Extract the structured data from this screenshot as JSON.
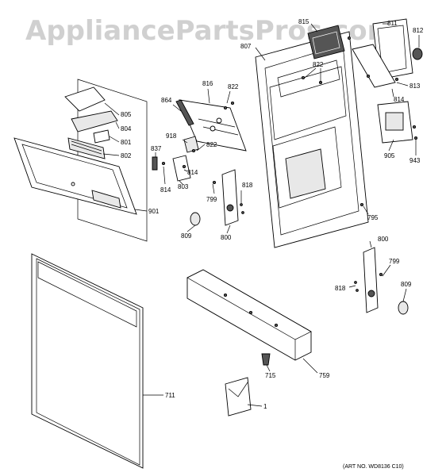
{
  "watermark": "AppliancePartsPros.com",
  "art_number": "(ART NO. WD8136 C10)",
  "labels": {
    "p805": "805",
    "p804": "804",
    "p801": "801",
    "p802": "802",
    "p901": "901",
    "p864": "864",
    "p816": "816",
    "p822a": "822",
    "p918": "918",
    "p837": "837",
    "p822b": "822",
    "p814a": "814",
    "p803": "803",
    "p814b": "814",
    "p799a": "799",
    "p818a": "818",
    "p809a": "809",
    "p800a": "800",
    "p807": "807",
    "p815": "815",
    "p822c": "822",
    "p811": "811",
    "p812": "812",
    "p813": "813",
    "p814c": "814",
    "p905": "905",
    "p943": "943",
    "p795": "795",
    "p800b": "800",
    "p799b": "799",
    "p818b": "818",
    "p809b": "809",
    "p711": "711",
    "p715": "715",
    "p759": "759",
    "p1": "1"
  }
}
